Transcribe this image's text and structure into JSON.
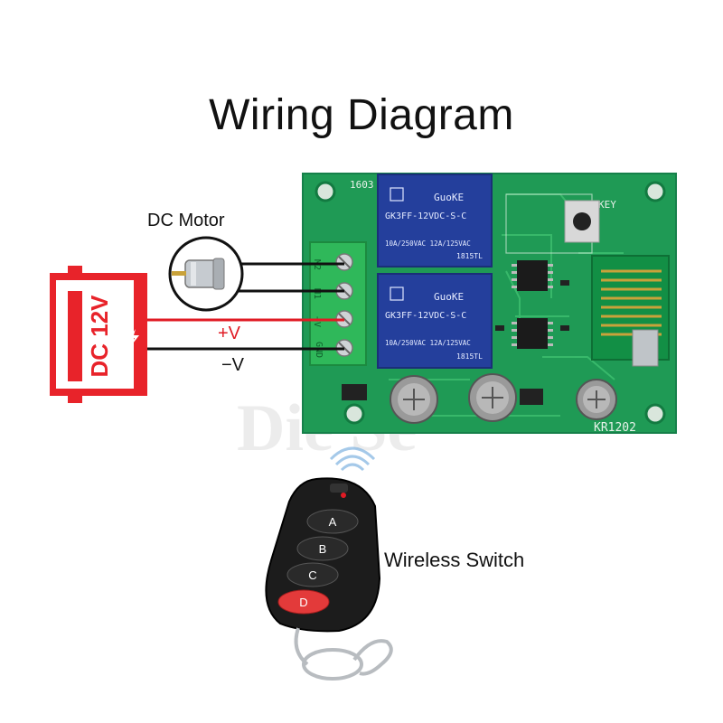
{
  "title": "Wiring Diagram",
  "labels": {
    "motor": "DC Motor",
    "positive": "+V",
    "negative": "−V",
    "switch": "Wireless Switch"
  },
  "battery": {
    "text": "DC 12V"
  },
  "board": {
    "model": "KR1202",
    "corner_code": "1603",
    "key_label": "KEY",
    "terminals": [
      "M2",
      "M1",
      "+V",
      "GND"
    ],
    "relays": [
      {
        "brand": "GuoKE",
        "model": "GK3FF-12VDC-S-C",
        "rating": "10A/250VAC 12A/125VAC",
        "batch": "1815TL"
      },
      {
        "brand": "GuoKE",
        "model": "GK3FF-12VDC-S-C",
        "rating": "10A/250VAC 12A/125VAC",
        "batch": "1815TL"
      }
    ]
  },
  "remote": {
    "buttons": [
      "A",
      "B",
      "C",
      "D"
    ]
  },
  "watermark": "Die Se",
  "colors": {
    "board": "#1f9a55",
    "relay": "#243f9c",
    "battery": "#e8232a",
    "positive_wire": "#e01b24",
    "negative_wire": "#111111",
    "terminal": "#2fb85a"
  }
}
